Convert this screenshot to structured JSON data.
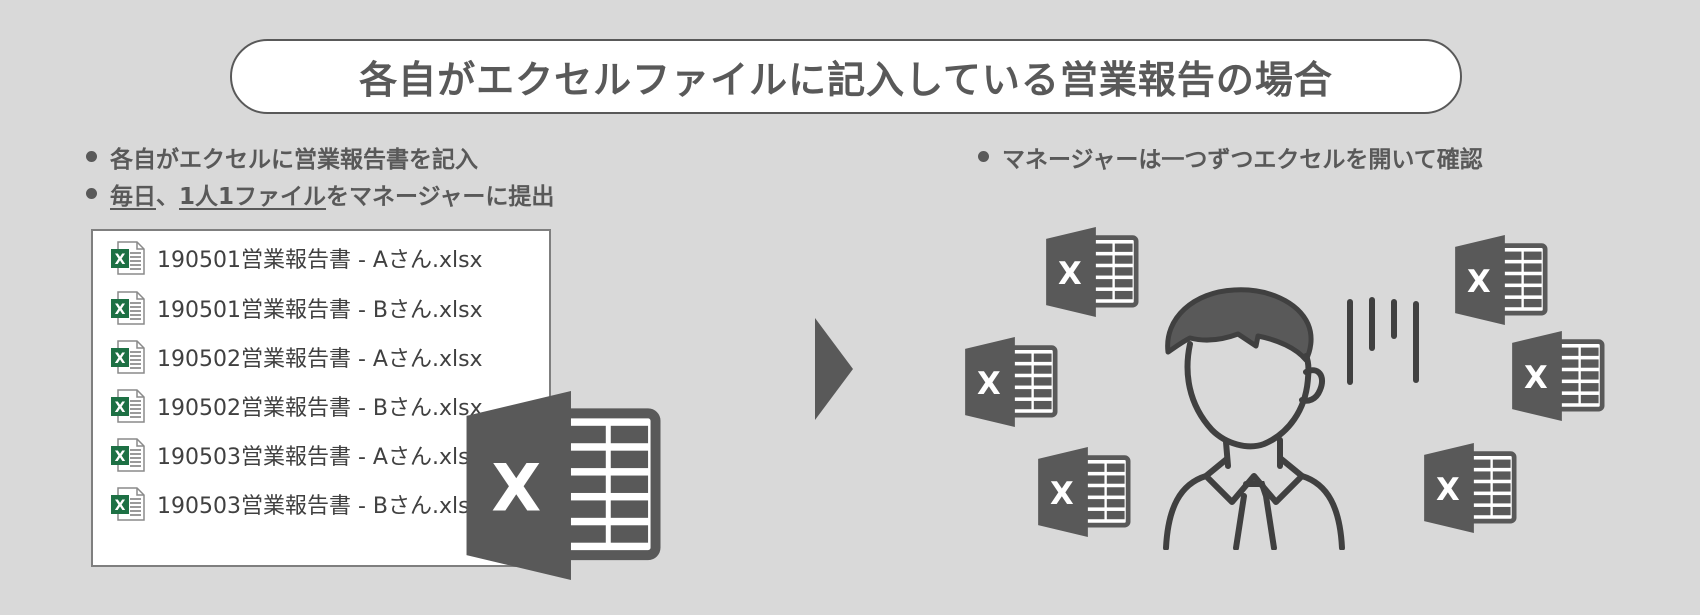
{
  "title": "各自がエクセルファイルに記入している営業報告の場合",
  "left": {
    "bullet1": "各自がエクセルに営業報告書を記入",
    "bullet2": {
      "part1": "毎日",
      "sep": "、",
      "part2": "1人1ファイル",
      "part3": "をマネージャーに提出"
    },
    "files": [
      "190501営業報告書 - Aさん.xlsx",
      "190501営業報告書 - Bさん.xlsx",
      "190502営業報告書 - Aさん.xlsx",
      "190502営業報告書 - Bさん.xlsx",
      "190503営業報告書 - Aさん.xlsx",
      "190503営業報告書 - Bさん.xlsx"
    ],
    "big_icon_letter": "X"
  },
  "right": {
    "bullet1": "マネージャーは一つずつエクセルを開いて確認",
    "icon_letter": "X"
  },
  "colors": {
    "background": "#d9d9d9",
    "icon_dark": "#595959",
    "text": "#595959",
    "excel_green": "#1d7044"
  },
  "icons": [
    "excel-file-icon",
    "excel-logo-icon",
    "manager-person-icon",
    "triangle-arrow-icon"
  ]
}
